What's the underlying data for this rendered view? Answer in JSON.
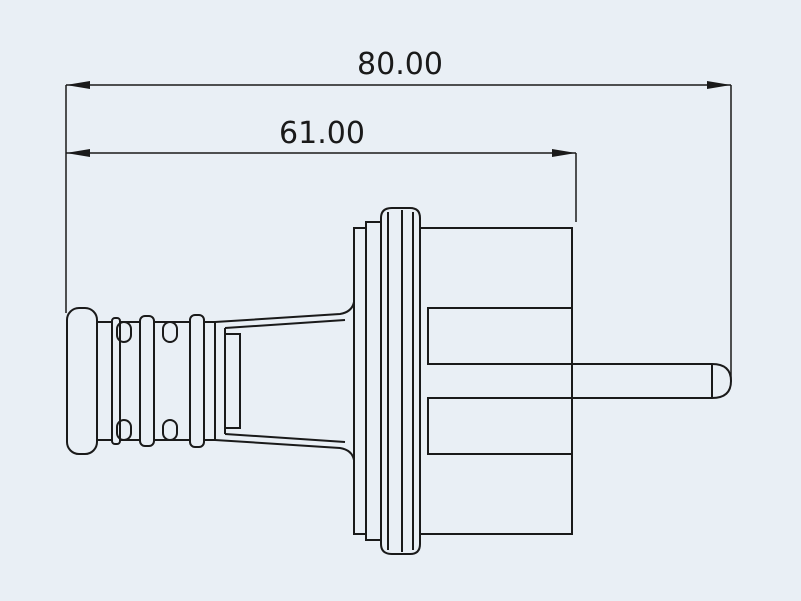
{
  "colors": {
    "background": "#e9eff5",
    "line": "#1a1a1a"
  },
  "dimensions": {
    "overall": {
      "label": "80.00",
      "value": 80.0
    },
    "body": {
      "label": "61.00",
      "value": 61.0
    }
  }
}
